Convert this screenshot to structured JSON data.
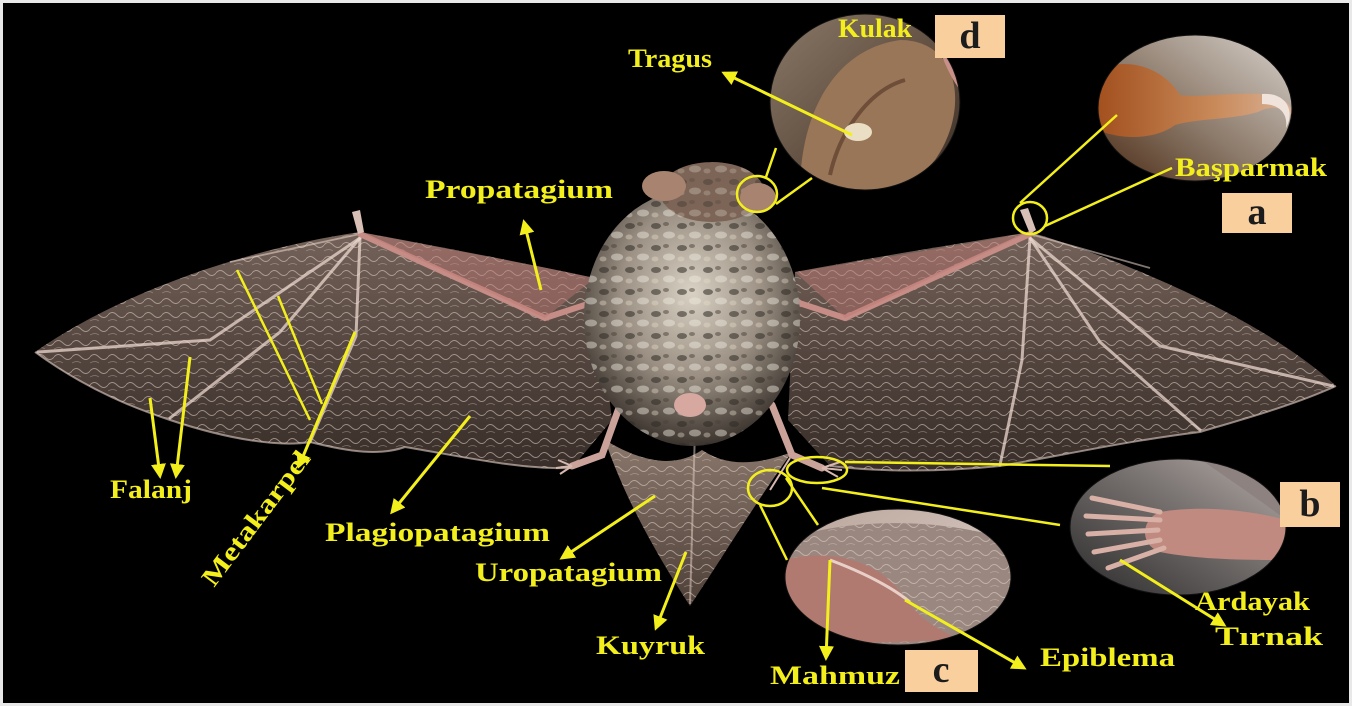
{
  "colors": {
    "background": "#000000",
    "label": "#f3ef1c",
    "badge": "#f9cf9e",
    "badge_text": "#1c1c1c"
  },
  "labels": {
    "kulak": "Kulak",
    "tragus": "Tragus",
    "propatagium": "Propatagium",
    "basparmak": "Başparmak",
    "falanj": "Falanj",
    "metakarpel": "Metakarpel",
    "plagiopatagium": "Plagiopatagium",
    "uropatagium": "Uropatagium",
    "kuyruk": "Kuyruk",
    "mahmuz": "Mahmuz",
    "epiblema": "Epiblema",
    "ardayak": "Ardayak",
    "tirnak": "Tırnak"
  },
  "insets": {
    "a": "a",
    "b": "b",
    "c": "c",
    "d": "d"
  }
}
